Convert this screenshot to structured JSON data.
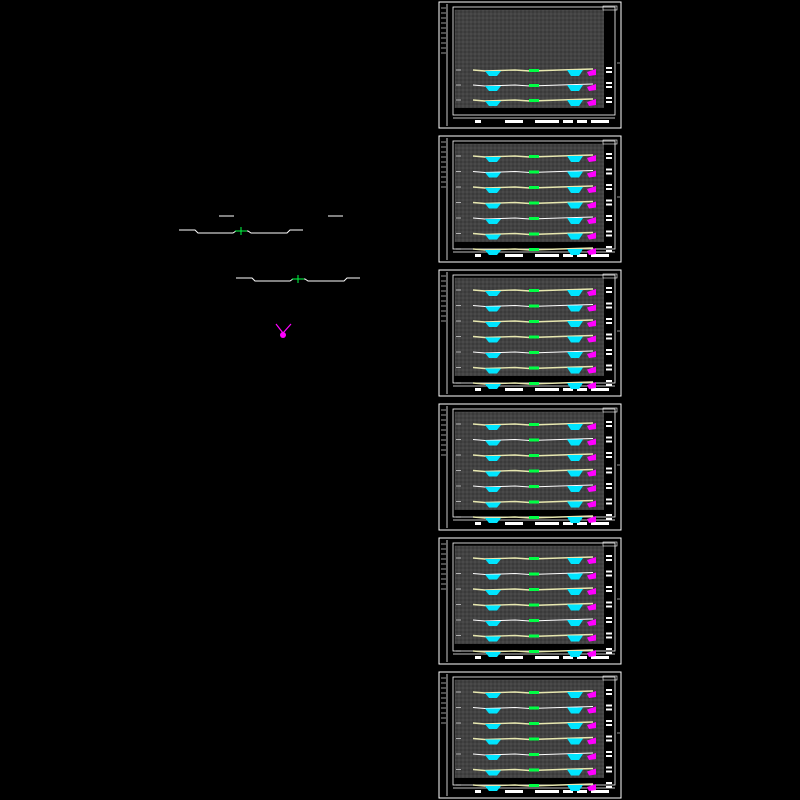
{
  "drawing": {
    "background": "#000000",
    "colors": {
      "frame": "#ffffff",
      "grid": "#6e6e6e",
      "ground_line": "#e8e8b0",
      "cut_fill": "#00e5ff",
      "centerline": "#00ff44",
      "ditch": "#ff00ff"
    },
    "sheets": [
      {
        "section_rows": 3
      },
      {
        "section_rows": 7
      },
      {
        "section_rows": 7
      },
      {
        "section_rows": 7
      },
      {
        "section_rows": 7
      },
      {
        "section_rows": 7
      }
    ],
    "left_sketch": {
      "items": [
        "cross-section-sketch-upper",
        "cross-section-sketch-lower",
        "ditch-symbol"
      ]
    }
  }
}
